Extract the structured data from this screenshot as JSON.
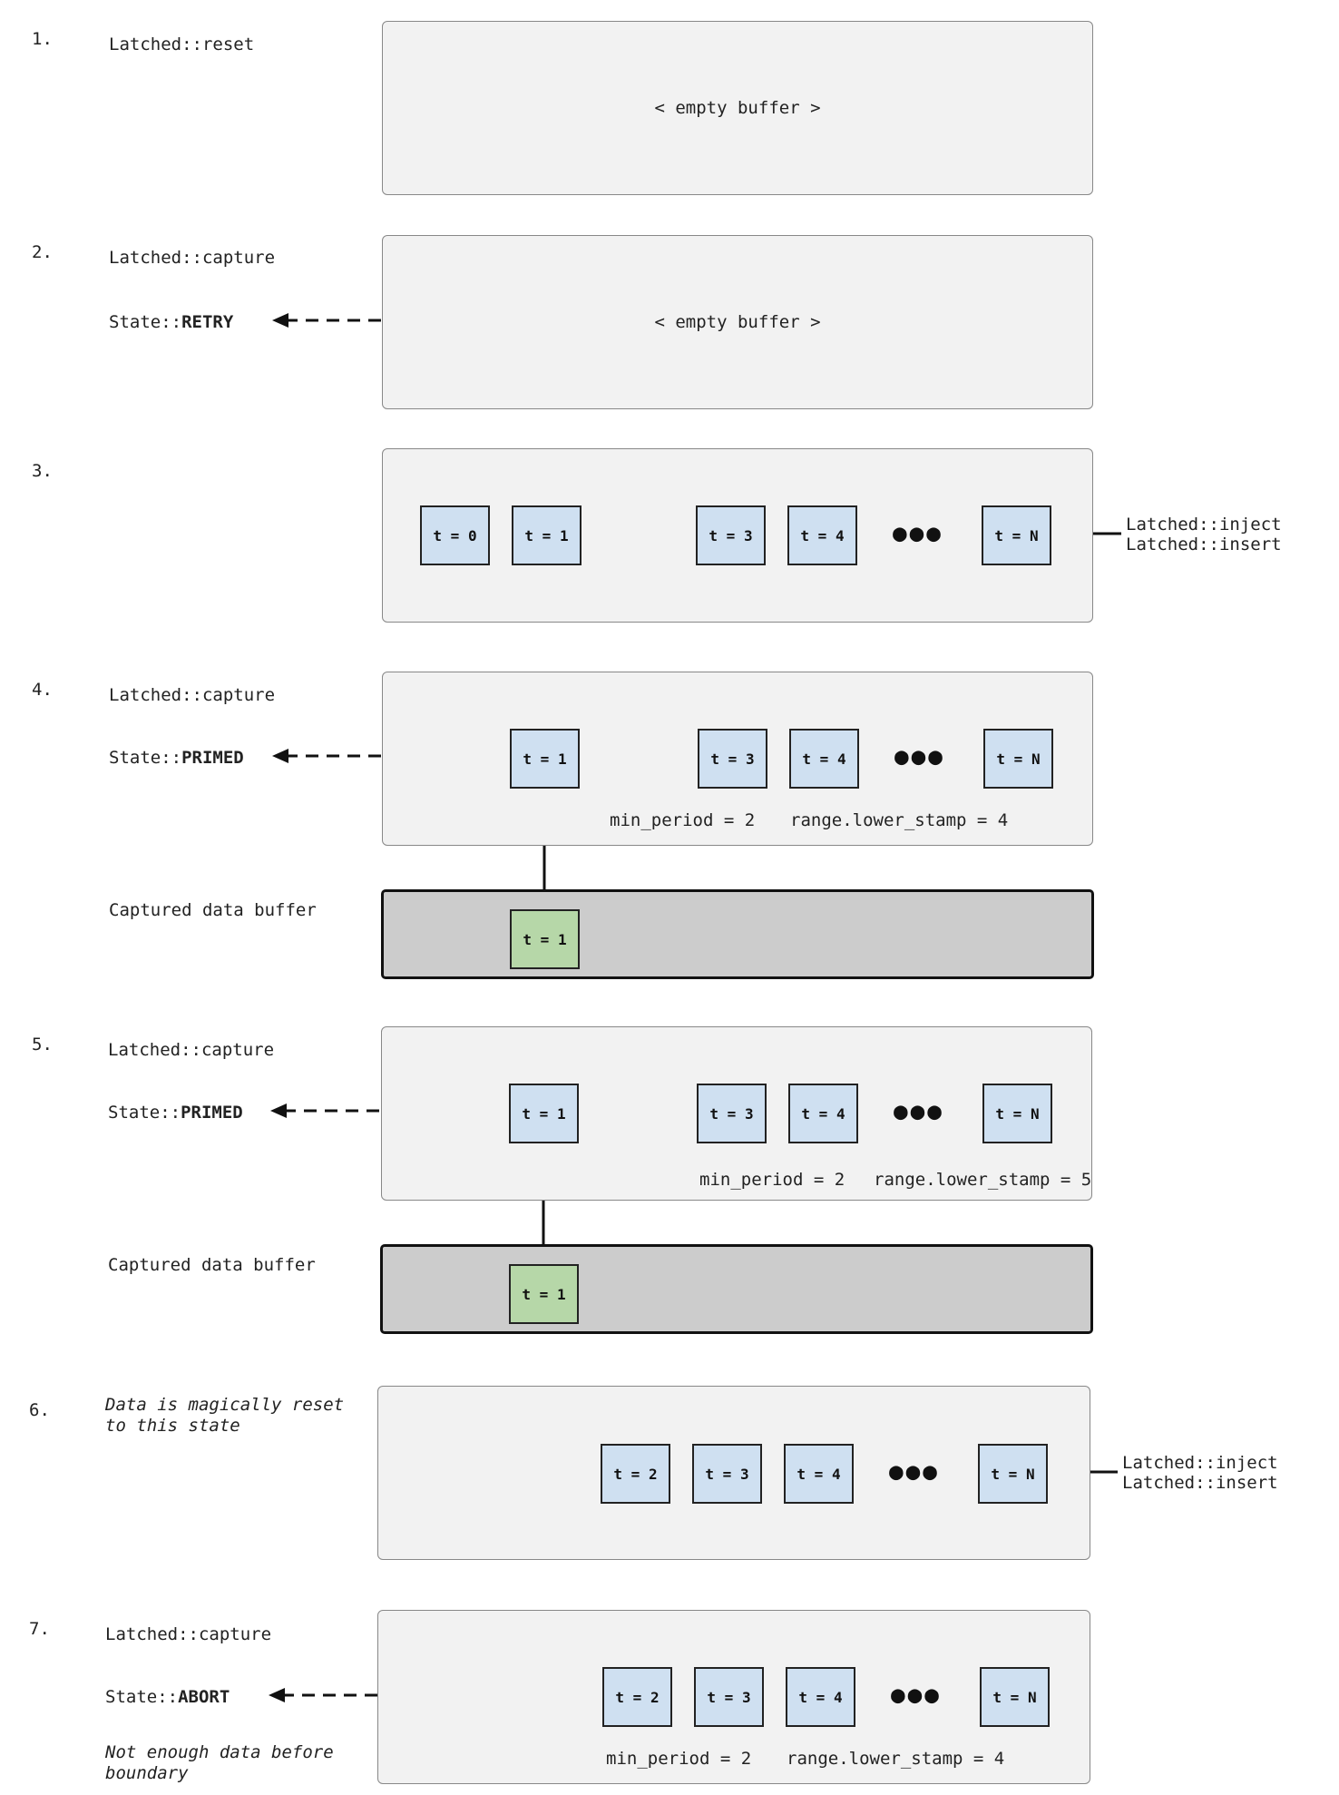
{
  "steps": {
    "s1": {
      "number": "1.",
      "call": "Latched::reset",
      "buffer_text": "< empty buffer >"
    },
    "s2": {
      "number": "2.",
      "call": "Latched::capture",
      "state_prefix": "State::",
      "state": "RETRY",
      "buffer_text": "< empty buffer >"
    },
    "s3": {
      "number": "3.",
      "cells": [
        "t = 0",
        "t = 1",
        "t = 3",
        "t = 4",
        "t = N"
      ],
      "inject": "Latched::inject",
      "insert": "Latched::insert"
    },
    "s4": {
      "number": "4.",
      "call": "Latched::capture",
      "state_prefix": "State::",
      "state": "PRIMED",
      "cells": [
        "t = 1",
        "t = 3",
        "t = 4",
        "t = N"
      ],
      "min_period": "min_period = 2",
      "lower_stamp": "range.lower_stamp = 4",
      "captured_label": "Captured data buffer",
      "captured_cell": "t = 1"
    },
    "s5": {
      "number": "5.",
      "call": "Latched::capture",
      "state_prefix": "State::",
      "state": "PRIMED",
      "cells": [
        "t = 1",
        "t = 3",
        "t = 4",
        "t = N"
      ],
      "min_period": "min_period = 2",
      "lower_stamp": "range.lower_stamp = 5",
      "captured_label": "Captured data buffer",
      "captured_cell": "t = 1"
    },
    "s6": {
      "number": "6.",
      "note": "Data is magically reset\nto this state",
      "cells": [
        "t = 2",
        "t = 3",
        "t = 4",
        "t = N"
      ],
      "inject": "Latched::inject",
      "insert": "Latched::insert"
    },
    "s7": {
      "number": "7.",
      "call": "Latched::capture",
      "state_prefix": "State::",
      "state": "ABORT",
      "note": "Not enough data before\nboundary",
      "cells": [
        "t = 2",
        "t = 3",
        "t = 4",
        "t = N"
      ],
      "min_period": "min_period = 2",
      "lower_stamp": "range.lower_stamp = 4"
    }
  },
  "colors": {
    "buffer_bg": "#f2f2f2",
    "captured_bg": "#cccccc",
    "cell_blue": "#cfe0f1",
    "cell_green": "#b6d7a8",
    "reject_x": "#e01010"
  },
  "icons": {
    "ellipsis": "three-dots",
    "reject": "red-x-icon"
  }
}
